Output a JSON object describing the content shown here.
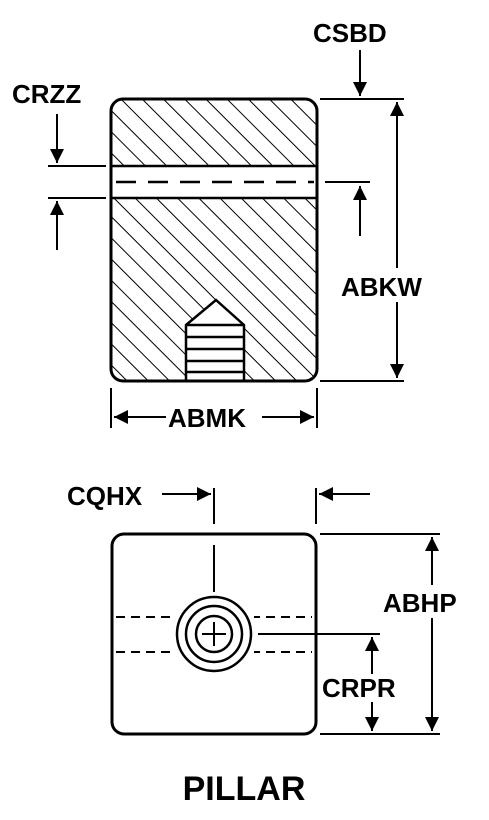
{
  "diagram": {
    "caption": "PILLAR",
    "labels": {
      "csbd": "CSBD",
      "crzz": "CRZZ",
      "abkw": "ABKW",
      "abmk": "ABMK",
      "cqhx": "CQHX",
      "abhp": "ABHP",
      "crpr": "CRPR"
    }
  },
  "colors": {
    "ink": "#000000",
    "background": "#ffffff"
  }
}
